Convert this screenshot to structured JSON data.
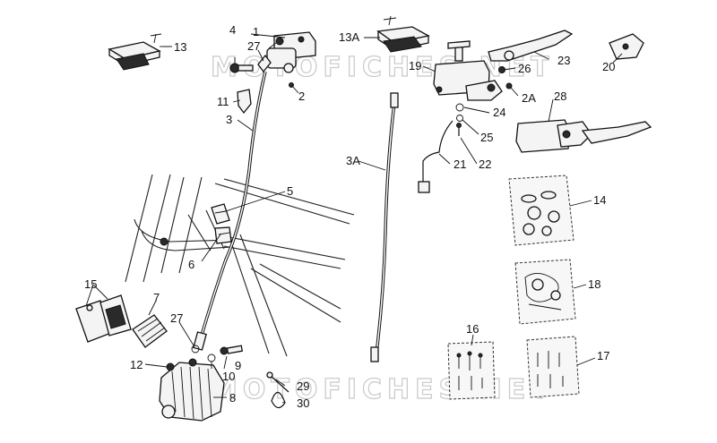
{
  "watermark": "MOTOFICHES.NET",
  "labels": {
    "l1": "1",
    "l2": "2",
    "l2a": "2A",
    "l3": "3",
    "l3a": "3A",
    "l4": "4",
    "l5": "5",
    "l6": "6",
    "l7": "7",
    "l8": "8",
    "l9": "9",
    "l10": "10",
    "l11": "11",
    "l12": "12",
    "l13": "13",
    "l13a": "13A",
    "l14": "14",
    "l15": "15",
    "l16": "16",
    "l17": "17",
    "l18": "18",
    "l19": "19",
    "l20": "20",
    "l21": "21",
    "l22": "22",
    "l23": "23",
    "l24": "24",
    "l25": "25",
    "l26": "26",
    "l27a": "27",
    "l27b": "27",
    "l28": "28",
    "l29": "29",
    "l30": "30"
  }
}
